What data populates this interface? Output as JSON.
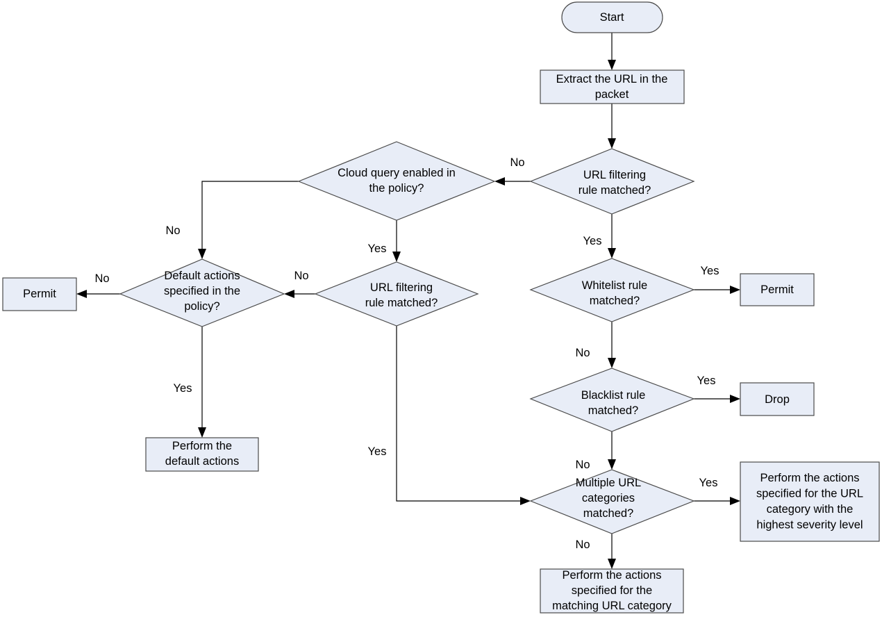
{
  "nodes": {
    "start": "Start",
    "extract": [
      "Extract the URL in the",
      "packet"
    ],
    "url_rule_1": [
      "URL filtering",
      "rule matched?"
    ],
    "cloud_query": [
      "Cloud query enabled in",
      "the policy?"
    ],
    "whitelist": [
      "Whitelist rule",
      "matched?"
    ],
    "permit_right": "Permit",
    "url_rule_2": [
      "URL filtering",
      "rule matched?"
    ],
    "default_actions": [
      "Default actions",
      "specified in the",
      "policy?"
    ],
    "permit_left": "Permit",
    "blacklist": [
      "Blacklist rule",
      "matched?"
    ],
    "drop": "Drop",
    "perform_default": [
      "Perform the",
      "default actions"
    ],
    "multiple": [
      "Multiple URL",
      "categories",
      "matched?"
    ],
    "highest": [
      "Perform the actions",
      "specified for the URL",
      "category with the",
      "highest severity level"
    ],
    "matching": [
      "Perform the actions",
      "specified for the",
      "matching URL category"
    ]
  },
  "edge_labels": {
    "url1_no": "No",
    "url1_yes": "Yes",
    "cloud_no": "No",
    "cloud_yes": "Yes",
    "default_no": "No",
    "default_yes": "Yes",
    "url2_no": "No",
    "url2_yes": "Yes",
    "white_yes": "Yes",
    "white_no": "No",
    "black_yes": "Yes",
    "black_no": "No",
    "multi_yes": "Yes",
    "multi_no": "No"
  }
}
